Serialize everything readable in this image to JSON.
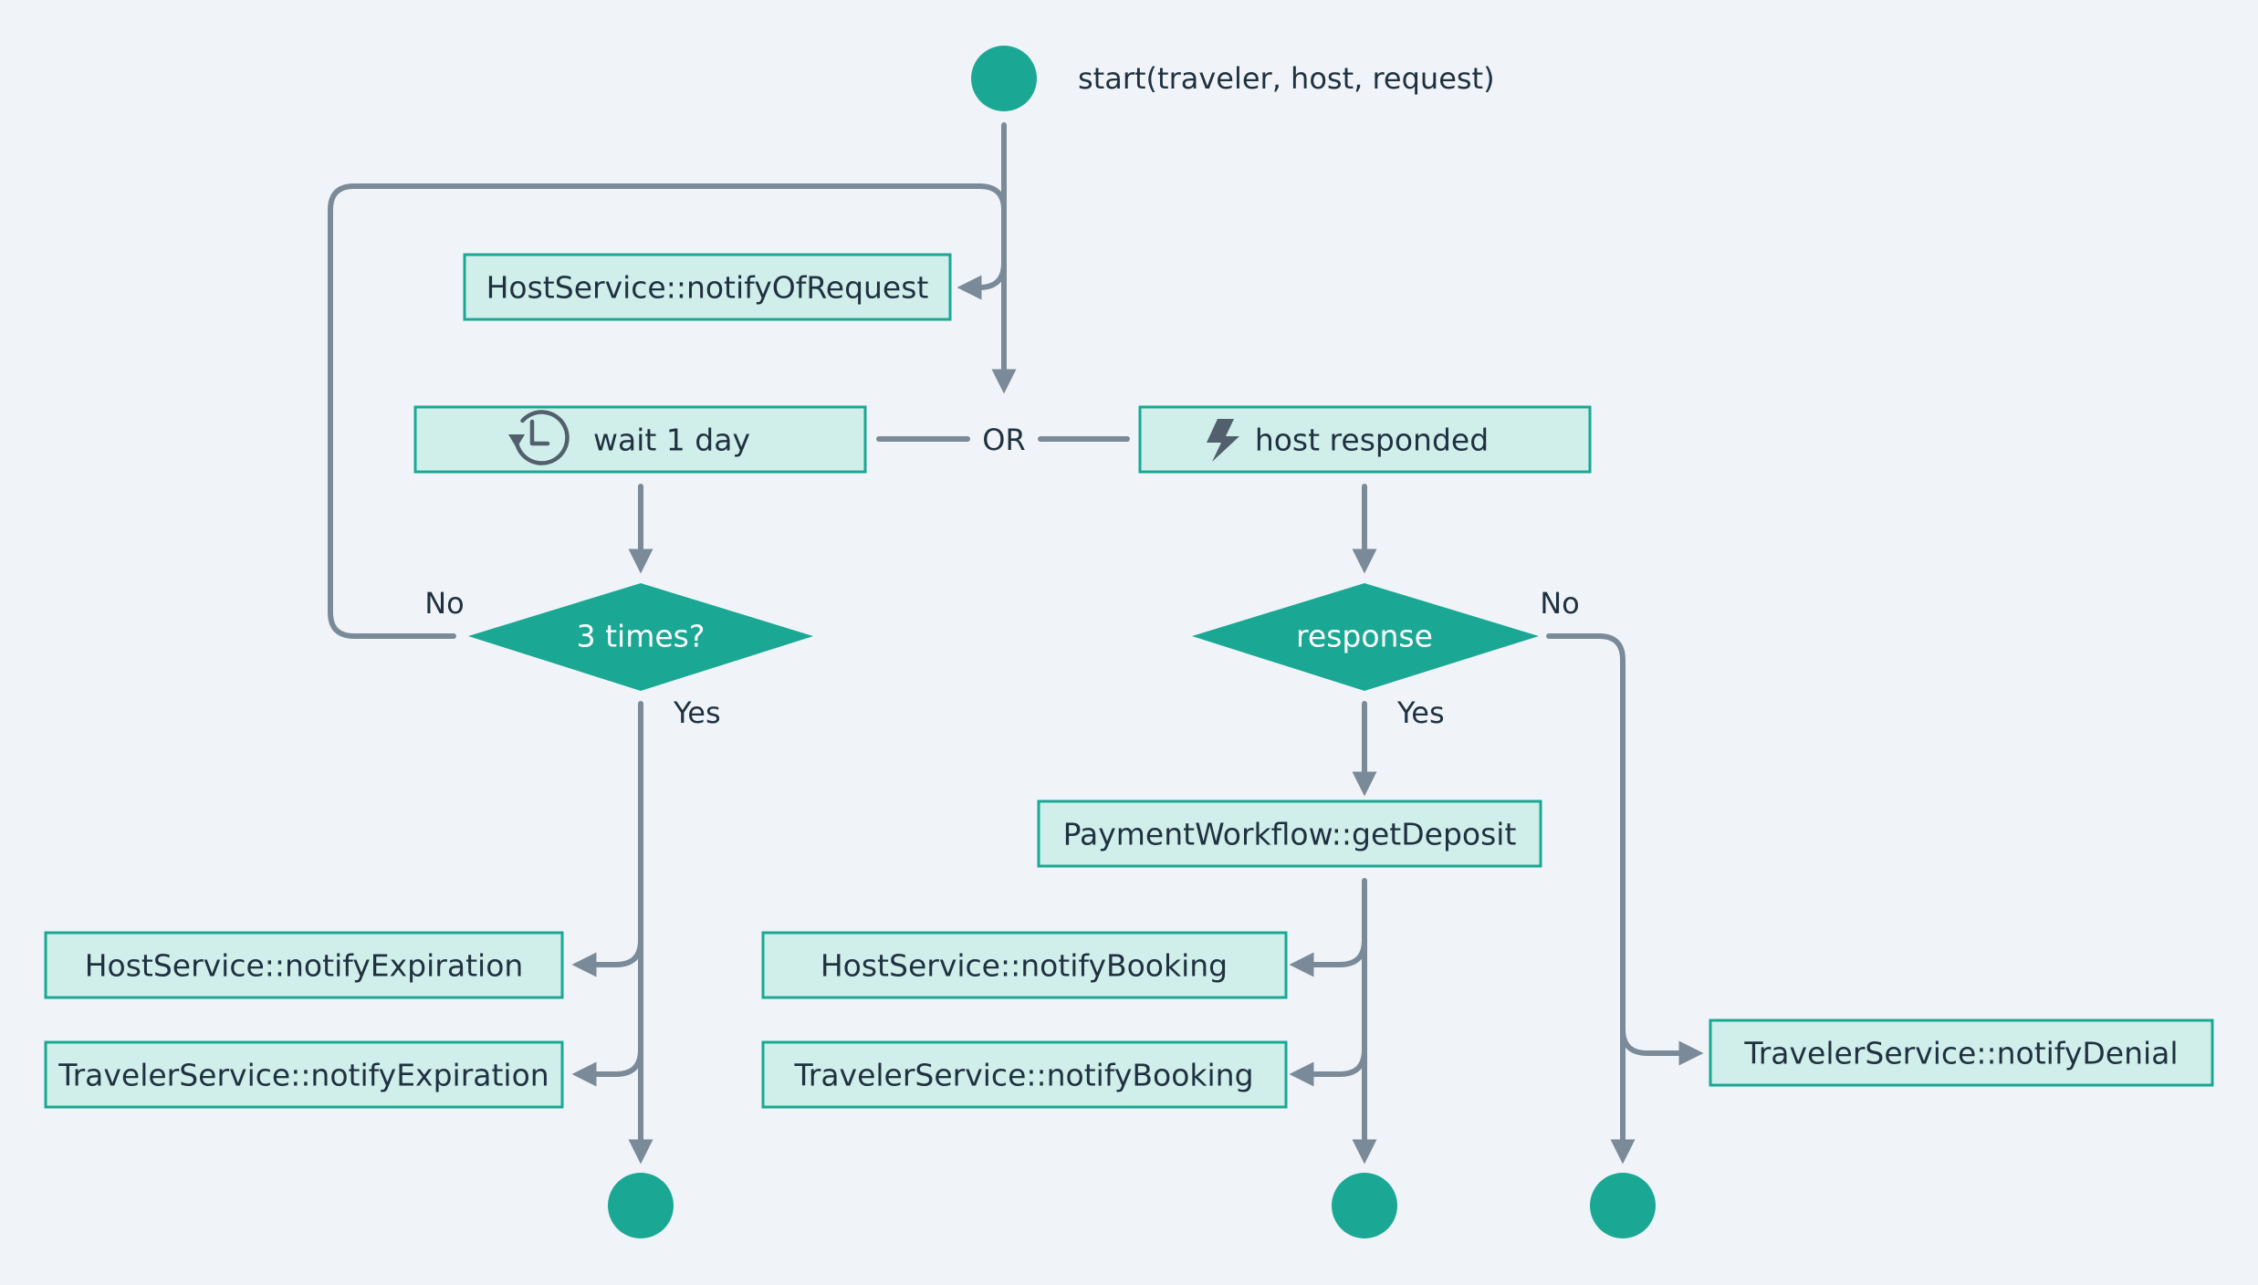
{
  "start": {
    "label": "start(traveler, host, request)"
  },
  "nodes": {
    "notify_of_request": "HostService::notifyOfRequest",
    "wait": "wait 1 day",
    "host_responded": "host responded",
    "get_deposit": "PaymentWorkflow::getDeposit",
    "host_notify_expiration": "HostService::notifyExpiration",
    "traveler_notify_expiration": "TravelerService::notifyExpiration",
    "host_notify_booking": "HostService::notifyBooking",
    "traveler_notify_booking": "TravelerService::notifyBooking",
    "traveler_notify_denial": "TravelerService::notifyDenial"
  },
  "decisions": {
    "three_times": "3 times?",
    "response": "response"
  },
  "labels": {
    "or": "OR",
    "no_left": "No",
    "yes_left": "Yes",
    "no_right": "No",
    "yes_right": "Yes"
  },
  "icons": {
    "wait": "clock-icon",
    "host_responded": "lightning-bolt-icon"
  },
  "colors": {
    "background": "#f0f4f8",
    "accent": "#1aa894",
    "box_fill": "#d0eeea",
    "connector": "#7b8a98",
    "text": "#1f3140"
  }
}
